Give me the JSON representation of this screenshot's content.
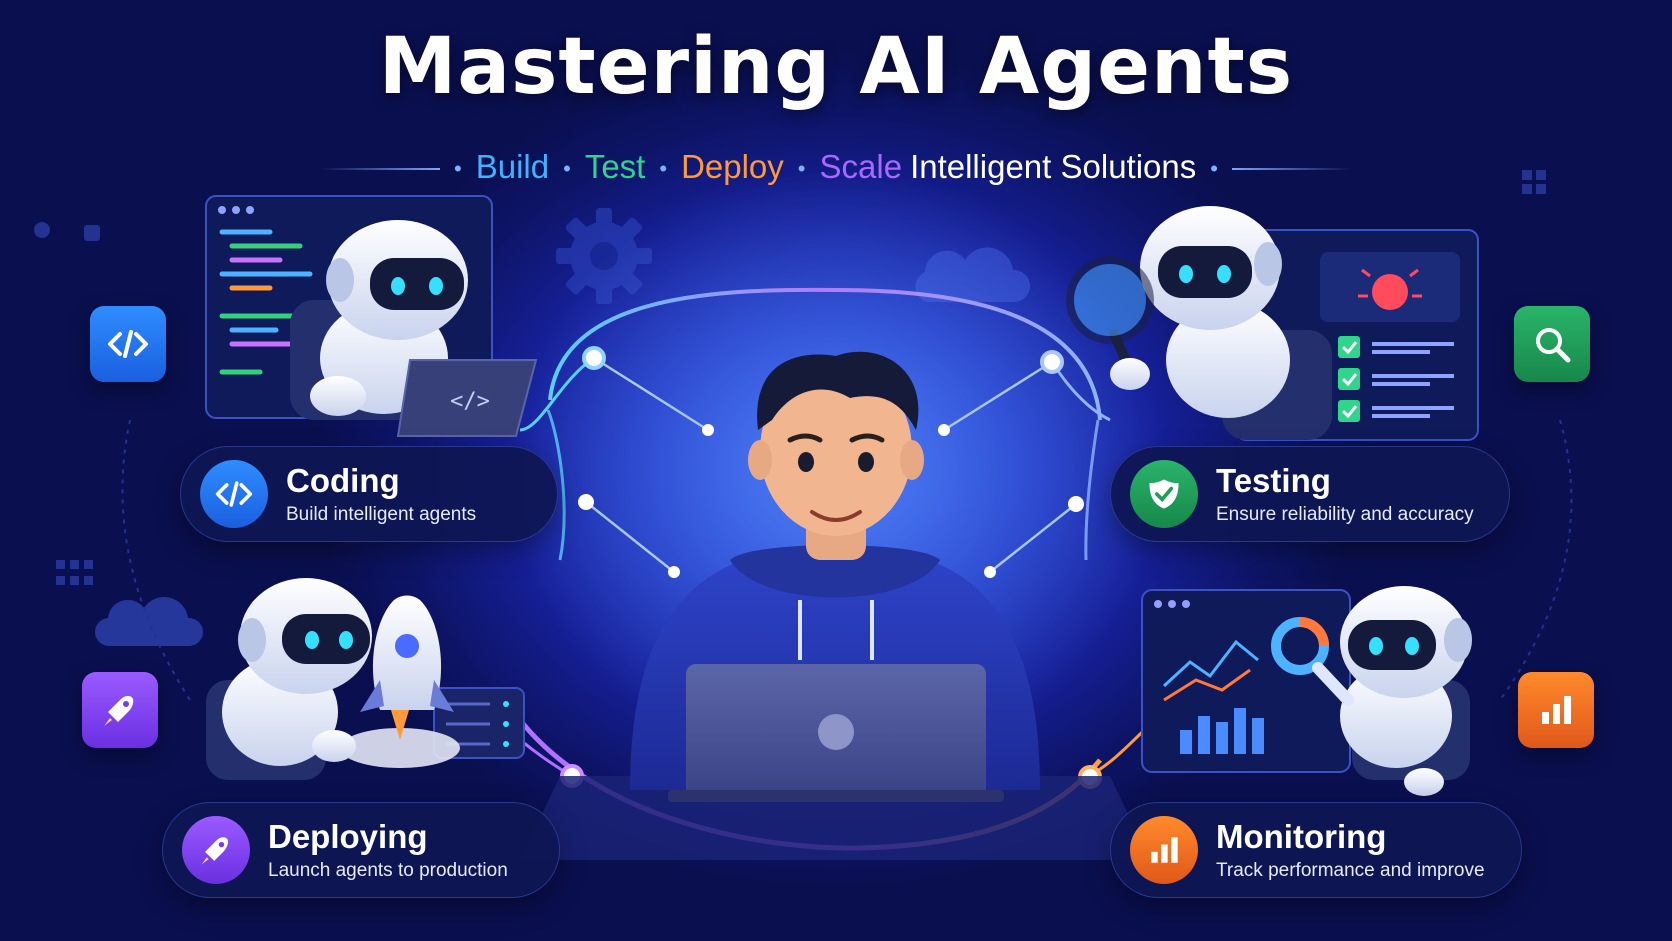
{
  "title": "Mastering AI Agents",
  "subtitle": {
    "build": "Build",
    "test": "Test",
    "deploy": "Deploy",
    "scale": "Scale",
    "rest": "Intelligent Solutions"
  },
  "cards": {
    "coding": {
      "title": "Coding",
      "desc": "Build intelligent agents"
    },
    "testing": {
      "title": "Testing",
      "desc": "Ensure reliability and accuracy"
    },
    "deploying": {
      "title": "Deploying",
      "desc": "Launch agents to production"
    },
    "monitoring": {
      "title": "Monitoring",
      "desc": "Track performance and improve"
    }
  },
  "code_glyph": "</>",
  "colors": {
    "build": "#3fb3ff",
    "test": "#2fd58a",
    "deploy": "#ff9a3a",
    "scale": "#a868ff",
    "coding_accent": "#1f7cff",
    "testing_accent": "#1f9e5a",
    "deploying_accent": "#7a3bea",
    "monitoring_accent": "#f26a1b"
  },
  "icons": {
    "coding": "code-brackets-icon",
    "testing": "magnifier-icon",
    "deploying": "rocket-icon",
    "monitoring": "bar-chart-icon",
    "testing_badge": "check-shield-icon"
  }
}
